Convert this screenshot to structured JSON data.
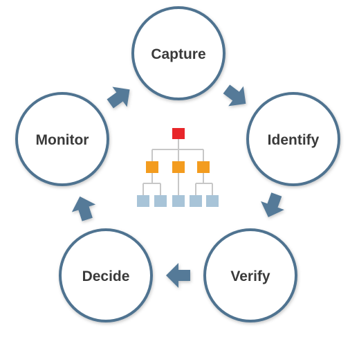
{
  "diagram": {
    "type": "cycle",
    "steps": [
      {
        "label": "Capture"
      },
      {
        "label": "Identify"
      },
      {
        "label": "Verify"
      },
      {
        "label": "Decide"
      },
      {
        "label": "Monitor"
      }
    ],
    "center_icon": "org-chart-icon",
    "colors": {
      "circle_stroke": "#4f7390",
      "circle_fill": "#ffffff",
      "arrow": "#557a98",
      "label_text": "#3a3a3a",
      "org_top": "#e8262a",
      "org_middle": "#f39c1f",
      "org_bottom": "#a8c4d8",
      "org_lines": "#c7c7c7"
    }
  }
}
